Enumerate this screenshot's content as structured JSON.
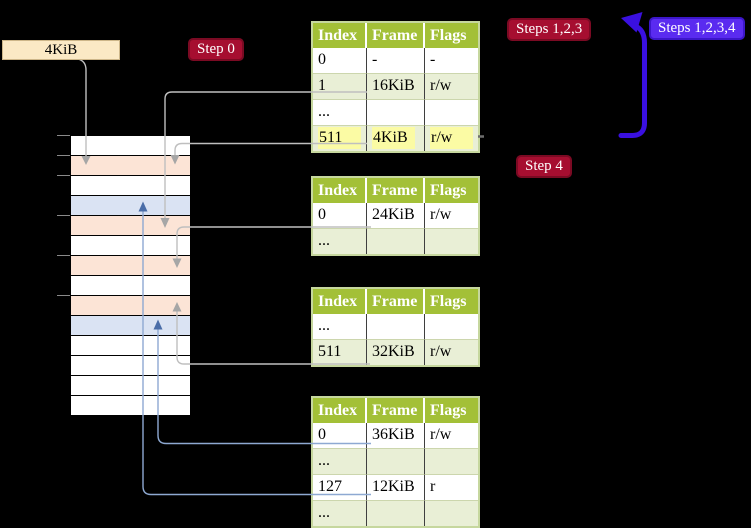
{
  "labels": {
    "page_size": "4KiB"
  },
  "badges": {
    "step0": "Step 0",
    "steps123": "Steps 1,2,3",
    "steps1234": "Steps 1,2,3,4",
    "step4": "Step 4"
  },
  "tables": [
    {
      "headers": [
        "Index",
        "Frame",
        "Flags"
      ],
      "rows": [
        {
          "cells": [
            "0",
            "-",
            "-"
          ],
          "highlight": false
        },
        {
          "cells": [
            "1",
            "16KiB",
            "r/w"
          ],
          "highlight": false
        },
        {
          "cells": [
            "...",
            "",
            ""
          ],
          "highlight": false
        },
        {
          "cells": [
            "511",
            "4KiB",
            "r/w"
          ],
          "highlight": true
        }
      ]
    },
    {
      "headers": [
        "Index",
        "Frame",
        "Flags"
      ],
      "rows": [
        {
          "cells": [
            "0",
            "24KiB",
            "r/w"
          ],
          "highlight": false
        },
        {
          "cells": [
            "...",
            "",
            ""
          ],
          "highlight": false
        }
      ]
    },
    {
      "headers": [
        "Index",
        "Frame",
        "Flags"
      ],
      "rows": [
        {
          "cells": [
            "...",
            "",
            ""
          ],
          "highlight": false
        },
        {
          "cells": [
            "511",
            "32KiB",
            "r/w"
          ],
          "highlight": false
        }
      ]
    },
    {
      "headers": [
        "Index",
        "Frame",
        "Flags"
      ],
      "rows": [
        {
          "cells": [
            "0",
            "36KiB",
            "r/w"
          ],
          "highlight": false
        },
        {
          "cells": [
            "...",
            "",
            ""
          ],
          "highlight": false
        },
        {
          "cells": [
            "127",
            "12KiB",
            "r"
          ],
          "highlight": false
        },
        {
          "cells": [
            "...",
            "",
            ""
          ],
          "highlight": false
        }
      ]
    }
  ],
  "memory": {
    "rows": [
      "white",
      "orange",
      "white",
      "blue",
      "orange",
      "white",
      "orange",
      "white",
      "orange",
      "blue",
      "white",
      "white",
      "white",
      "white"
    ]
  },
  "colors": {
    "table_header_green": "#a3c037",
    "table_row_green": "#e9efd6",
    "highlight_yellow": "#fbfba4",
    "memory_orange": "#fce4d6",
    "memory_blue": "#dae3f3",
    "label_cream": "#fbe9c5",
    "badge_red": "#a60e30",
    "badge_violet": "#5a2bf0",
    "loop_arrow_violet": "#3a10e0",
    "connector_gray": "#bfbfbf",
    "connector_blue": "#8ea9d2"
  }
}
